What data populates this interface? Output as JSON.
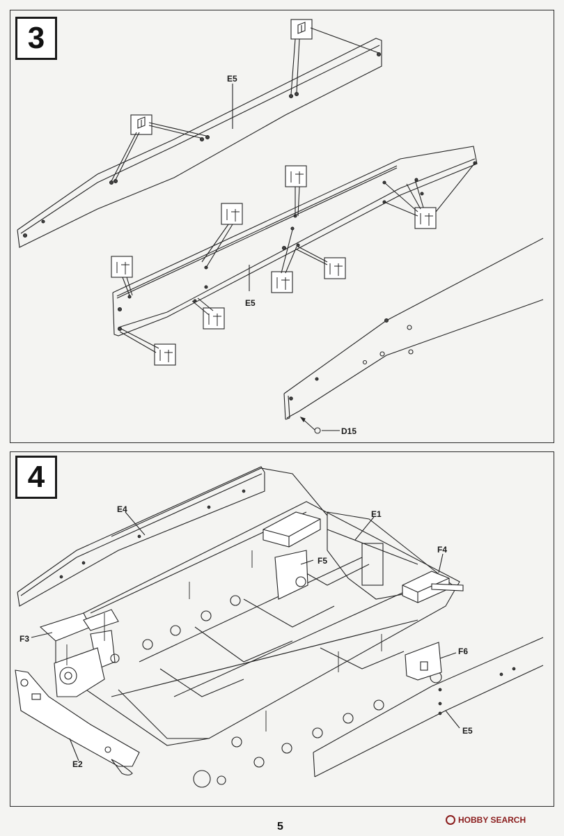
{
  "steps": [
    {
      "number": "3",
      "labels": {
        "upper_plate": "E5",
        "middle_plate": "E5",
        "small_part": "D15"
      }
    },
    {
      "number": "4",
      "labels": {
        "e4": "E4",
        "e1": "E1",
        "f5": "F5",
        "f4": "F4",
        "f3": "F3",
        "f6": "F6",
        "e2": "E2",
        "e5": "E5"
      }
    }
  ],
  "footer": {
    "page_number": "5",
    "watermark": "HOBBY SEARCH"
  }
}
